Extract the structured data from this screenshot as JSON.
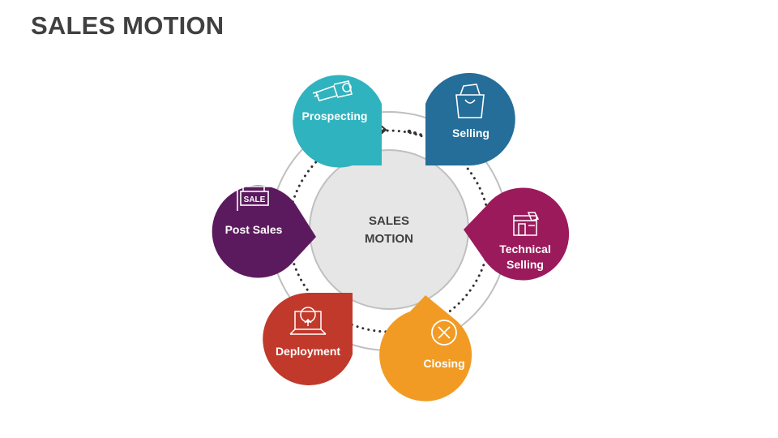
{
  "title": "SALES MOTION",
  "center": {
    "line1": "SALES",
    "line2": "MOTION"
  },
  "stages": [
    {
      "label_lines": [
        "Prospecting"
      ],
      "icon": "telescope-icon",
      "color": "#2fb3bf"
    },
    {
      "label_lines": [
        "Selling"
      ],
      "icon": "shopping-bag-icon",
      "color": "#246e99"
    },
    {
      "label_lines": [
        "Technical",
        "Selling"
      ],
      "icon": "store-icon",
      "color": "#9b1a5c"
    },
    {
      "label_lines": [
        "Closing"
      ],
      "icon": "close-circle-icon",
      "color": "#f29b24"
    },
    {
      "label_lines": [
        "Deployment"
      ],
      "icon": "laptop-globe-icon",
      "color": "#c0392b"
    },
    {
      "label_lines": [
        "Post Sales"
      ],
      "icon": "sale-sign-icon",
      "color": "#5c1a5e"
    }
  ],
  "icon_texts": {
    "sale_sign": "SALE"
  }
}
